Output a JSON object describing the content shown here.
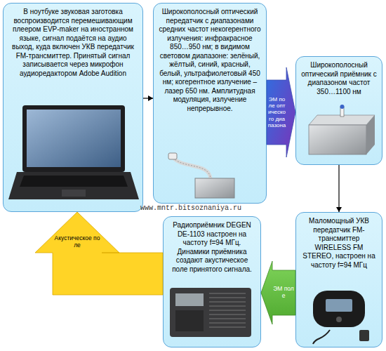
{
  "diagram": {
    "nodes": [
      {
        "text": [
          "В ноутбуке звуковая заготовка воспроизводится перемешивающим плеером EVP-maker на иностранном языке, сигнал подаётся на аудио выход, куда включен УКВ передатчик FM-трансмиттер. Принятый сигнал записывается через микрофон аудиоредактором Adobe Audition"
        ]
      },
      {
        "text": [
          "Широкополосный оптический передатчик с диапазонами средних частот некогерентного излучения: инфракрасное 850…950 нм; в видимом световом диапазоне: зелёный, жёлтый, синий, красный, белый, ультрафиолетовый 450 нм; когерентное излучение – лазер 650 нм. Амплитудная модуляция, излучение непрерывное."
        ]
      },
      {
        "text": [
          "Широкополосный оптический приёмник с диапазоном частот 350…1100 нм"
        ]
      },
      {
        "text": [
          "Маломощный УКВ передатчик FM-трансмиттер WIRELESS FM STEREO, настроен на частоту f=94 МГц"
        ]
      },
      {
        "text": [
          "Радиоприёмник DEGEN DE-1103 настроен на частоту f=94 МГц. Динамики приёмника создают акустическое поле принятого сигнала."
        ]
      }
    ],
    "edges": [
      {
        "from": 0,
        "to": 1,
        "arrow": "to"
      },
      {
        "from": 1,
        "to": 2,
        "label": "ЭМ поле оптического диапазона",
        "arrow": "to"
      },
      {
        "from": 2,
        "to": 3,
        "arrow": "to"
      },
      {
        "from": 3,
        "to": 4,
        "label": "ЭМ поле",
        "arrow": "to"
      },
      {
        "from": 4,
        "to": 0,
        "label": "Акустическое поле",
        "arrow": "to"
      }
    ],
    "labels": [
      "www.mntr.bitsoznaniya.ru"
    ]
  }
}
